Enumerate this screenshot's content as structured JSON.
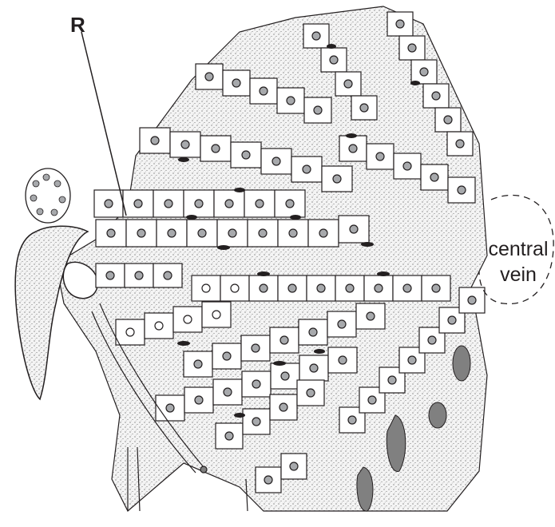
{
  "labels": {
    "r": "R",
    "central_vein_line1": "central",
    "central_vein_line2": "vein"
  },
  "colors": {
    "ink": "#231f20",
    "nucleus_fill": "#a7a9ac",
    "sinusoid_fill": "#ececec",
    "dark_cell": "#808080",
    "background": "#ffffff"
  }
}
